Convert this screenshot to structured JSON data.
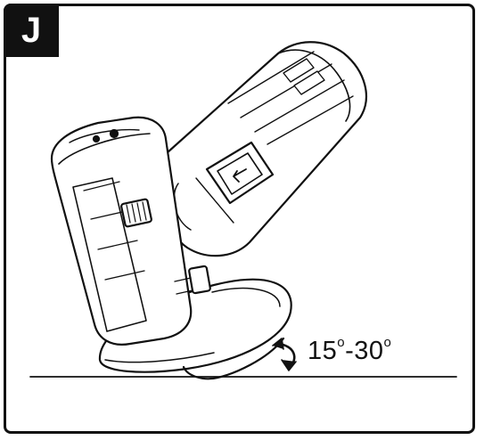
{
  "step": {
    "letter": "J"
  },
  "angle": {
    "min": "15",
    "max": "30",
    "separator": "-",
    "degree_symbol": "o"
  },
  "colors": {
    "ink": "#111111",
    "paper": "#ffffff",
    "badge_bg": "#111111",
    "badge_text": "#ffffff"
  },
  "icons": [
    "angle-grinder-icon",
    "rotation-arrow-icon",
    "work-surface-line"
  ]
}
